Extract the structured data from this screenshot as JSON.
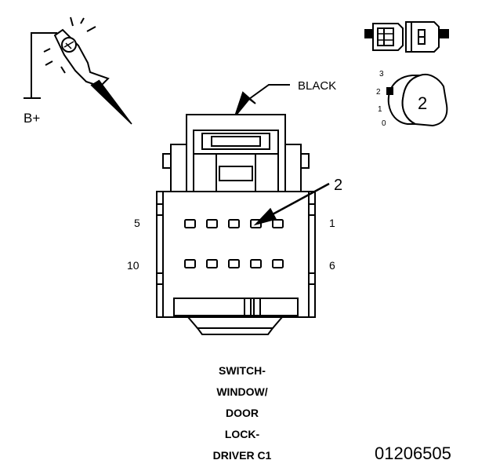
{
  "probe": {
    "label": "B+",
    "icon": "test-light-probe-icon"
  },
  "connector": {
    "color_callout": "BLACK",
    "pin_callout": "2",
    "row1_left": "5",
    "row1_right": "1",
    "row2_left": "10",
    "row2_right": "6"
  },
  "position_gauge": {
    "positions": [
      "3",
      "2",
      "1",
      "0"
    ],
    "selected": "2",
    "icon": "switch-position-knob-icon"
  },
  "caption_lines": [
    "SWITCH-",
    "WINDOW/",
    "DOOR",
    "LOCK-",
    "DRIVER C1"
  ],
  "figure_id": "01206505"
}
